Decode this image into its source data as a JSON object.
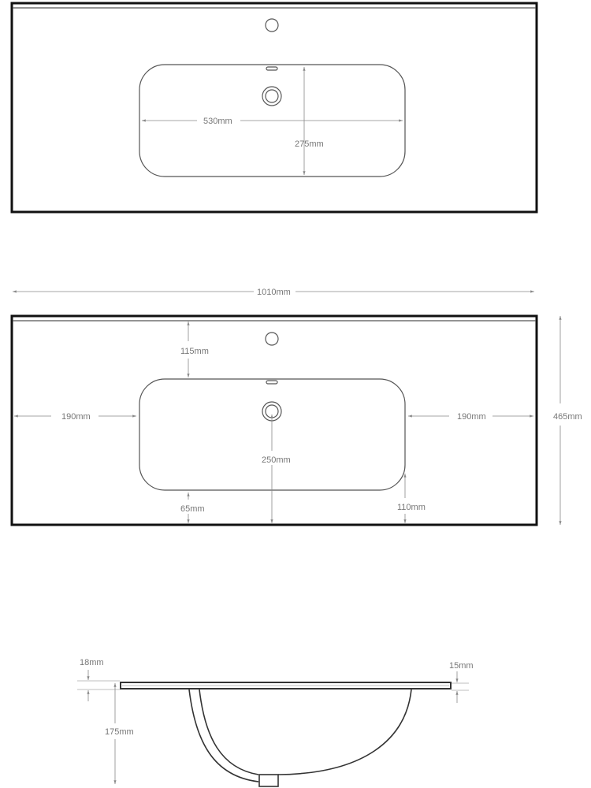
{
  "top_view": {
    "basin_width": "530mm",
    "basin_depth": "275mm"
  },
  "dimension_view": {
    "overall_width": "1010mm",
    "overall_depth": "465mm",
    "tap_to_basin": "115mm",
    "left_margin": "190mm",
    "right_margin": "190mm",
    "drain_to_front": "250mm",
    "basin_front_margin": "65mm",
    "corner_front_margin": "110mm"
  },
  "side_view": {
    "back_thickness": "18mm",
    "front_thickness": "15mm",
    "basin_height": "175mm"
  },
  "colors": {
    "line": "#111111",
    "dimension": "#888888"
  }
}
